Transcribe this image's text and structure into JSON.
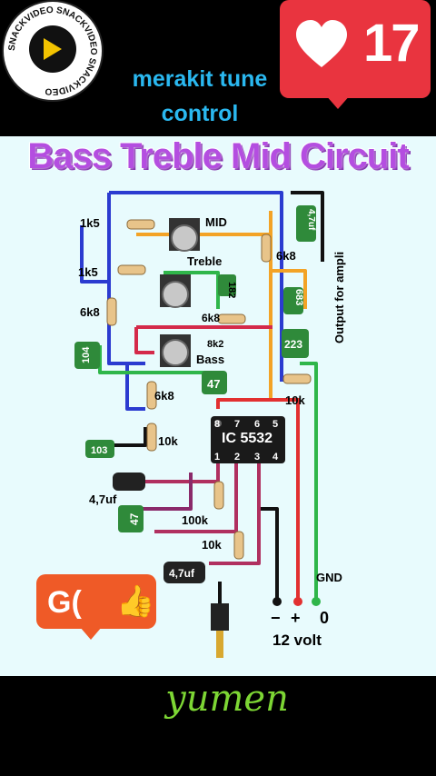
{
  "logo": {
    "ring_text": "SNACKVIDEO SNACKVIDEO SNACKVIDEO",
    "icon": "snackvideo-logo-icon"
  },
  "caption": {
    "line1": "merakit tune",
    "line2": "control"
  },
  "likes": {
    "count": "17",
    "icon": "heart-icon",
    "color": "#e9343f"
  },
  "diagram": {
    "title": "Bass Treble Mid Circuit",
    "labels": {
      "r1k5_top": "1k5",
      "r1k5_mid": "1k5",
      "r6k8_left": "6k8",
      "mid": "MID",
      "treble": "Treble",
      "cap_182": "182",
      "r6k8_center": "6k8",
      "r8k2": "8k2",
      "bass": "Bass",
      "cap_104": "104",
      "cap_47_center": "47",
      "r6k8_lower": "6k8",
      "r10k_left": "10k",
      "cap_103": "103",
      "cap_47uf_top": "4,7uf",
      "r6k8_right": "6k8",
      "cap_683": "683",
      "cap_223": "223",
      "r10k_right": "10k",
      "output": "Output for ampli",
      "ic": "IC 5532",
      "pins_top": [
        "8",
        "7",
        "6",
        "5"
      ],
      "pins_bottom": [
        "1",
        "2",
        "3",
        "4"
      ],
      "cap_47uf_left": "4,7uf",
      "cap_47_left": "47",
      "r100k": "100k",
      "r10k_bottom": "10k",
      "cap_47uf_bottom": "4,7uf",
      "gnd": "GND",
      "minus": "−",
      "plus": "+",
      "zero": "0",
      "supply": "12 volt"
    }
  },
  "ad_button": {
    "label": "G(",
    "icon": "thumbs-up-icon",
    "color": "#ef5a27"
  },
  "watermark": "yumen"
}
